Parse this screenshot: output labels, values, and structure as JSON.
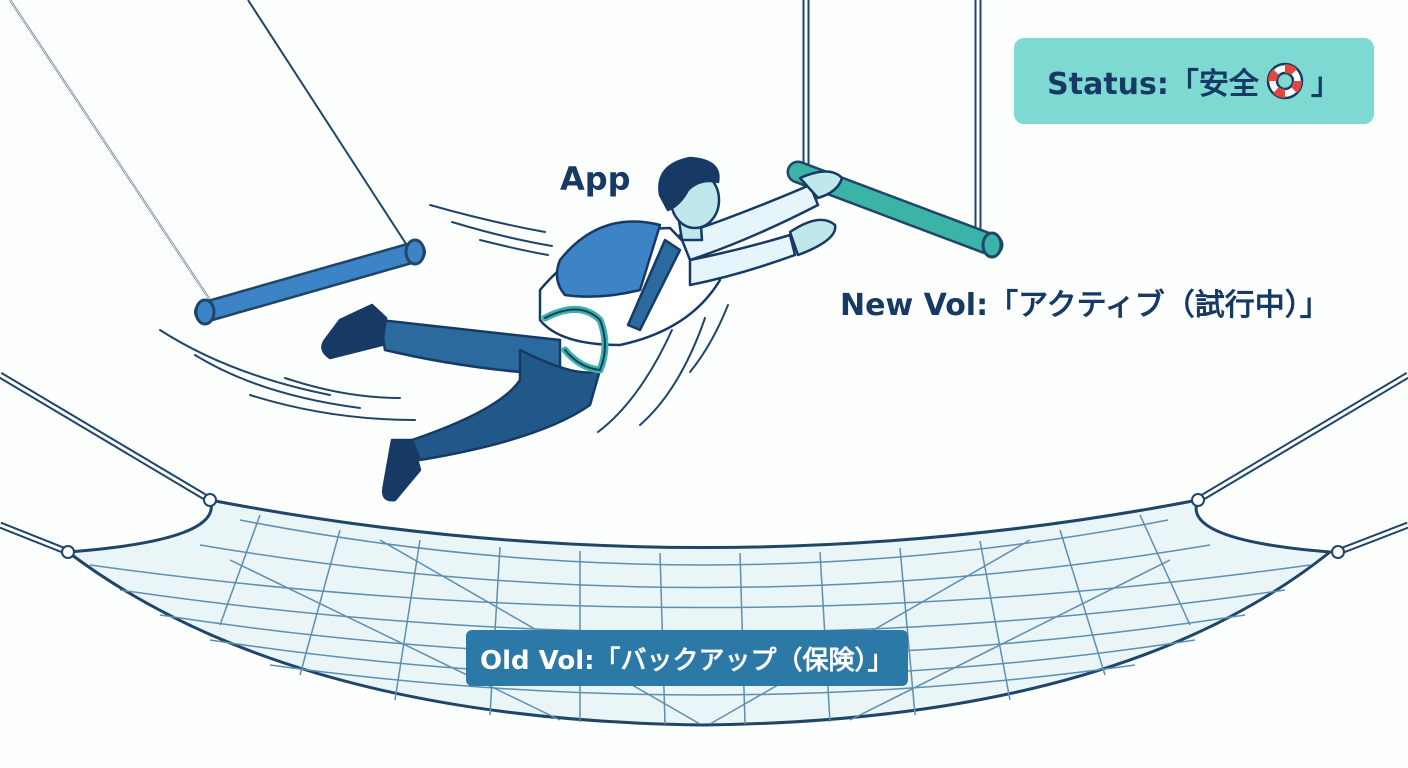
{
  "labels": {
    "status": "Status:「安全",
    "status_close": "」",
    "app": "App",
    "new_vol": "New Vol:「アクティブ（試行中）」",
    "old_vol": "Old Vol:「バックアップ（保険）」"
  },
  "icons": {
    "status": "life-ring-icon"
  },
  "colors": {
    "navy": "#163a63",
    "status_badge_bg": "#7fd9d3",
    "old_badge_bg": "#2c79a8",
    "new_trapeze": "#3bb3a6",
    "old_trapeze": "#3d84c6",
    "net": "#5d8fb0",
    "life_ring_red": "#e0483c"
  }
}
